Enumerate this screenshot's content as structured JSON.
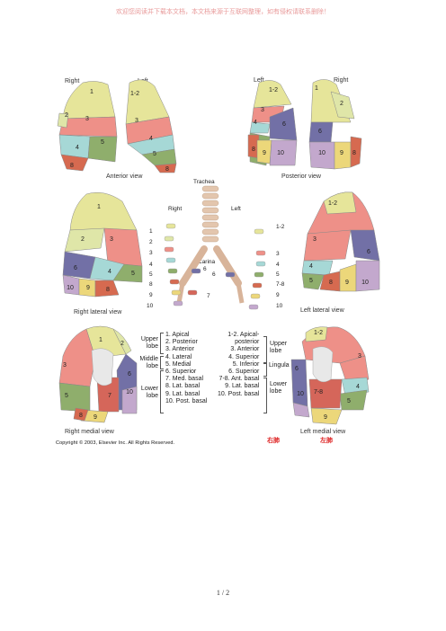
{
  "top_note": "欢迎您阅读并下载本文档，本文档来源于互联网整理，如有侵权请联系删除！",
  "views": {
    "anterior": {
      "title": "Anterior view",
      "right": "Right",
      "left": "Left"
    },
    "posterior": {
      "title": "Posterior view",
      "left": "Left",
      "right": "Right"
    },
    "right_lateral": {
      "title": "Right lateral view"
    },
    "left_lateral": {
      "title": "Left lateral view"
    },
    "right_medial": {
      "title": "Right medial view"
    },
    "left_medial": {
      "title": "Left medial view"
    }
  },
  "bronchi": {
    "trachea": "Trachea",
    "right": "Right",
    "left": "Left",
    "carina": "Carina",
    "right_numbers": [
      "1",
      "2",
      "3",
      "4",
      "5",
      "8",
      "9",
      "10"
    ],
    "right_inner": [
      "6",
      "7"
    ],
    "left_numbers": [
      "1-2",
      "3",
      "4",
      "5",
      "7-8",
      "9",
      "10"
    ],
    "left_inner": [
      "6"
    ]
  },
  "legend": {
    "right_groups": [
      "Upper lobe",
      "Middle lobe",
      "Lower lobe"
    ],
    "right_items": [
      "1.  Apical",
      "2.  Posterior",
      "3.  Anterior",
      "4.  Lateral",
      "5.  Medial",
      "6.  Superior",
      "7.  Med. basal",
      "8.  Lat. basal",
      "9.  Lat. basal",
      "10.  Post. basal"
    ],
    "left_items": [
      "1-2.  Apical-",
      "posterior",
      "3.  Anterior",
      "4.  Superior",
      "5.  Inferior",
      "6.  Superior",
      "7-8.  Ant. basal",
      "9.  Lat. basal",
      "10.  Post. basal"
    ],
    "left_groups": [
      "Upper lobe",
      "Lingula",
      "Lower lobe"
    ]
  },
  "copyright": "Copyright © 2003, Elsevier Inc. All Rights Reserved.",
  "cn_right": "右肺",
  "cn_left": "左肺",
  "page_number": "1 / 2",
  "colors": {
    "s1": "#e6e59a",
    "s2": "#dfe6a8",
    "s3": "#ee9088",
    "s4": "#a6d8d6",
    "s5": "#8fae6c",
    "s6": "#7270a6",
    "s7": "#d5665a",
    "s8": "#d66a50",
    "s9": "#ecd77a",
    "s10": "#c3a8cd"
  }
}
